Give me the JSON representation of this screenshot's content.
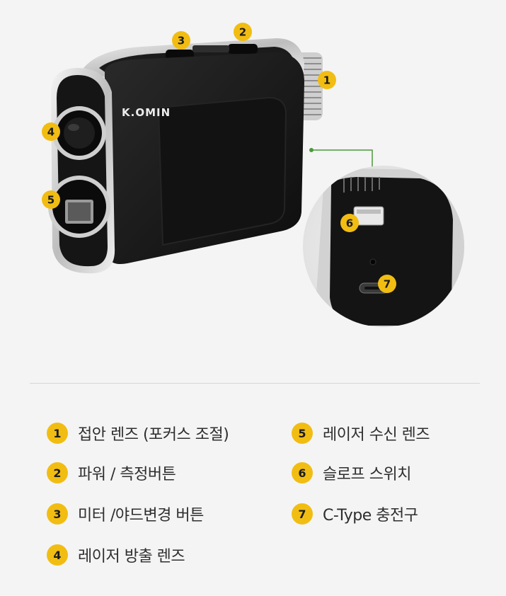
{
  "device": {
    "brand": "K.OMIN",
    "colors": {
      "body": "#151515",
      "chrome": "#d9d9d9",
      "accent": "#f2bd12",
      "leader": "#4a9a3a"
    }
  },
  "callouts": [
    "1",
    "2",
    "3",
    "4",
    "5",
    "6",
    "7"
  ],
  "legend": [
    {
      "num": "1",
      "label": "접안 렌즈 (포커스 조절)"
    },
    {
      "num": "2",
      "label": "파워 / 측정버튼"
    },
    {
      "num": "3",
      "label": "미터 /야드변경 버튼"
    },
    {
      "num": "4",
      "label": "레이저 방출 렌즈"
    },
    {
      "num": "5",
      "label": "레이저 수신 렌즈"
    },
    {
      "num": "6",
      "label": "슬로프 스위치"
    },
    {
      "num": "7",
      "label": "C-Type 충전구"
    }
  ]
}
